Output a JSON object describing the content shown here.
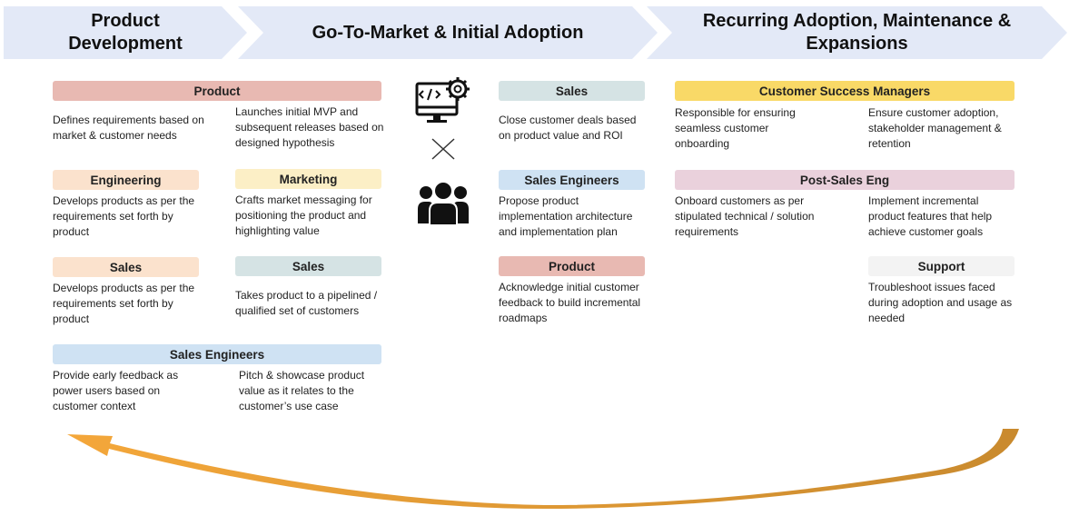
{
  "stages": [
    {
      "title": "Product\nDevelopment"
    },
    {
      "title": "Go-To-Market & Initial Adoption"
    },
    {
      "title": "Recurring Adoption, Maintenance &\nExpansions"
    }
  ],
  "product_dev": {
    "product": {
      "label": "Product",
      "desc_left": "Defines requirements based on market & customer needs",
      "desc_right": "Launches initial MVP and subsequent releases based on designed hypothesis"
    },
    "engineering": {
      "label": "Engineering",
      "desc": "Develops products as per the requirements set forth by product"
    },
    "marketing": {
      "label": "Marketing",
      "desc": "Crafts market messaging for positioning the product and highlighting value"
    },
    "sales_left": {
      "label": "Sales",
      "desc": "Develops products as per the requirements set forth by product"
    },
    "sales_right": {
      "label": "Sales",
      "desc": "Takes product to a pipelined / qualified set of customers"
    },
    "sales_engineers": {
      "label": "Sales Engineers",
      "desc_left": "Provide early feedback as power users based on customer context",
      "desc_right": "Pitch & showcase product value as it relates to the customer’s use case"
    }
  },
  "gtm": {
    "sales": {
      "label": "Sales",
      "desc": "Close customer deals based on product value and ROI"
    },
    "sales_engineers": {
      "label": "Sales Engineers",
      "desc": "Propose product implementation architecture and implementation plan"
    },
    "product": {
      "label": "Product",
      "desc": "Acknowledge initial customer feedback to build incremental roadmaps"
    }
  },
  "recurring": {
    "csm": {
      "label": "Customer Success Managers",
      "desc_left": "Responsible for ensuring seamless customer onboarding",
      "desc_right": "Ensure customer adoption, stakeholder management & retention"
    },
    "post_sales": {
      "label": "Post-Sales Eng",
      "desc_left": "Onboard customers as per stipulated technical / solution requirements",
      "desc_right": "Implement incremental product features that help achieve customer goals"
    },
    "support": {
      "label": "Support",
      "desc": "Troubleshoot issues faced during adoption and usage as needed"
    }
  },
  "icons": {
    "computer": "computer-code-gear-icon",
    "cross": "cross-icon",
    "team": "team-icon"
  },
  "colors": {
    "chevron": "#e3e9f7",
    "product": "#e8b9b2",
    "engineering": "#fbe2cd",
    "marketing": "#fcefc6",
    "sales": "#d5e3e4",
    "sales_engineers": "#cfe2f3",
    "csm": "#f9d967",
    "post_sales": "#ead1dc",
    "support": "#f3f3f3",
    "arrow": "#f0a63a"
  }
}
